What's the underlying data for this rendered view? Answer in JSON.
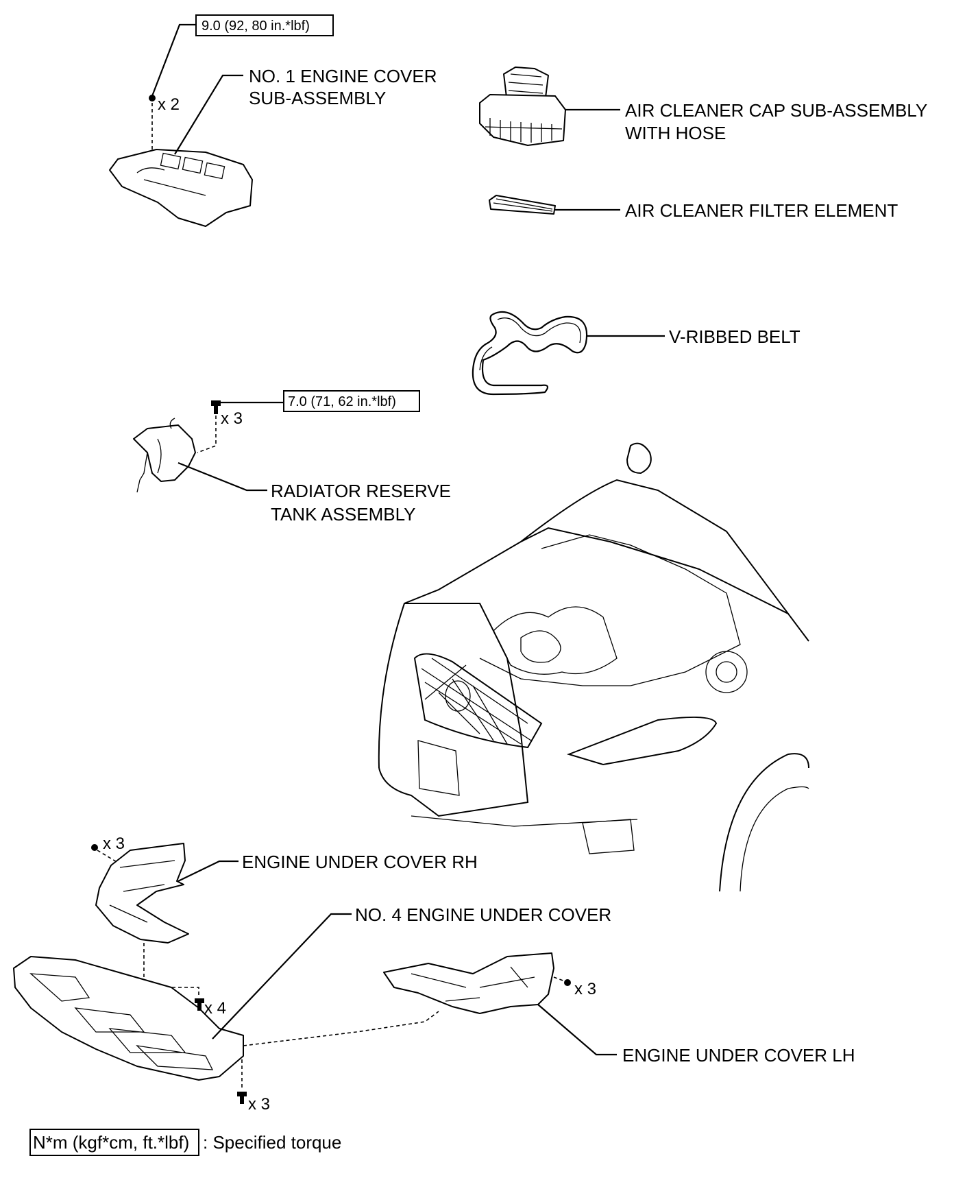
{
  "torque_labels": {
    "engine_cover_bolt": "9.0 (92, 80 in.*lbf)",
    "reserve_tank_bolt": "7.0 (71, 62 in.*lbf)"
  },
  "quantities": {
    "engine_cover_nut": "x 2",
    "reserve_tank_bolt": "x 3",
    "under_cover_rh_bolt": "x 3",
    "no4_under_cover_center": "x 4",
    "no4_under_cover_front": "x 3",
    "under_cover_lh_bolt": "x 3"
  },
  "part_labels": {
    "engine_cover_line1": "NO. 1 ENGINE COVER",
    "engine_cover_line2": "SUB-ASSEMBLY",
    "air_cleaner_cap_line1": "AIR CLEANER CAP SUB-ASSEMBLY",
    "air_cleaner_cap_line2": "WITH HOSE",
    "air_filter": "AIR CLEANER FILTER ELEMENT",
    "v_belt": "V-RIBBED BELT",
    "reserve_tank_line1": "RADIATOR RESERVE",
    "reserve_tank_line2": "TANK ASSEMBLY",
    "under_cover_rh": "ENGINE UNDER COVER RH",
    "no4_under_cover": "NO. 4 ENGINE UNDER COVER",
    "under_cover_lh": "ENGINE UNDER COVER LH"
  },
  "legend": {
    "torque_unit": "N*m (kgf*cm, ft.*lbf)",
    "description": ": Specified torque"
  }
}
